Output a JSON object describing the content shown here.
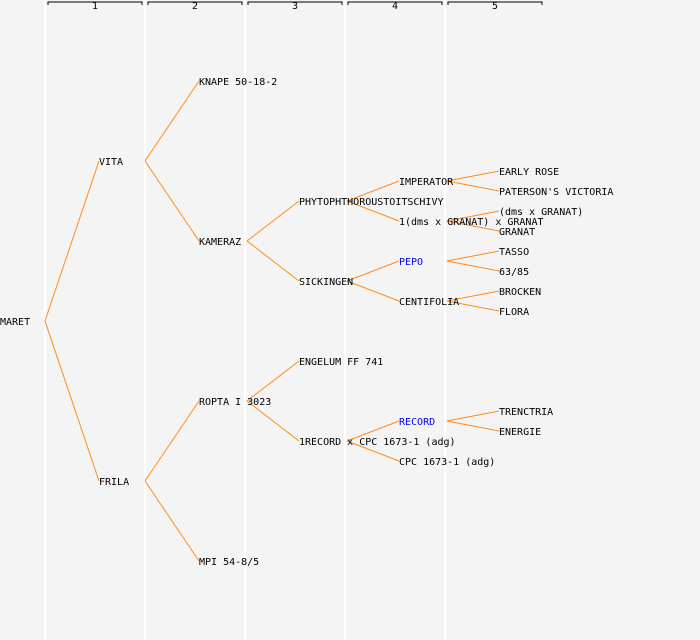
{
  "columns": [
    "1",
    "2",
    "3",
    "4",
    "5"
  ],
  "colors": {
    "line": "#ff8c1a",
    "text": "#000000",
    "highlight": "#0000ff",
    "grid": "#ffffff",
    "background": "#f4f4f4"
  },
  "tree": {
    "name": "MARET",
    "parents": [
      {
        "name": "VITA",
        "parents": [
          {
            "name": "KNAPE 50-18-2"
          },
          {
            "name": "KAMERAZ",
            "parents": [
              {
                "name": "PHYTOPHTHOROUSTOITSCHIVY",
                "parents": [
                  {
                    "name": "IMPERATOR",
                    "parents": [
                      {
                        "name": "EARLY ROSE"
                      },
                      {
                        "name": "PATERSON'S VICTORIA"
                      }
                    ]
                  },
                  {
                    "name": "1(dms x GRANAT) x GRANAT",
                    "parents": [
                      {
                        "name": "(dms x GRANAT)"
                      },
                      {
                        "name": "GRANAT"
                      }
                    ]
                  }
                ]
              },
              {
                "name": "SICKINGEN",
                "parents": [
                  {
                    "name": "PEPO",
                    "highlight": true,
                    "parents": [
                      {
                        "name": "TASSO"
                      },
                      {
                        "name": "63/85"
                      }
                    ]
                  },
                  {
                    "name": "CENTIFOLIA",
                    "parents": [
                      {
                        "name": "BROCKEN"
                      },
                      {
                        "name": "FLORA"
                      }
                    ]
                  }
                ]
              }
            ]
          }
        ]
      },
      {
        "name": "FRILA",
        "parents": [
          {
            "name": "ROPTA I 3023",
            "parents": [
              {
                "name": "ENGELUM FF 741"
              },
              {
                "name": "1RECORD x CPC 1673-1 (adg)",
                "parents": [
                  {
                    "name": "RECORD",
                    "highlight": true,
                    "parents": [
                      {
                        "name": "TRENCTRIA"
                      },
                      {
                        "name": "ENERGIE"
                      }
                    ]
                  },
                  {
                    "name": "CPC 1673-1 (adg)"
                  }
                ]
              }
            ]
          },
          {
            "name": "MPI 54-8/5"
          }
        ]
      }
    ]
  }
}
